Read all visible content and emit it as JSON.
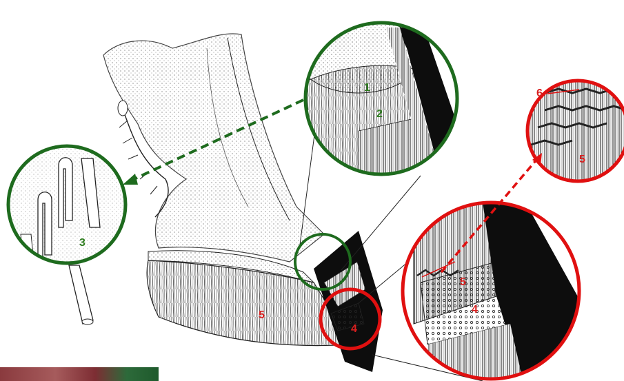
{
  "colors": {
    "green": "#1e6b1e",
    "red": "#e01010",
    "ink": "#1a1a1a",
    "label_green": "#2e7d1e",
    "label_red": "#d71f1f"
  },
  "labels": {
    "l1": "1",
    "l2": "2",
    "l3": "3",
    "l4_main": "4",
    "l4_detail": "4",
    "l5_main": "5",
    "l5_detail": "5",
    "l5_tubules": "5",
    "l6": "6"
  }
}
